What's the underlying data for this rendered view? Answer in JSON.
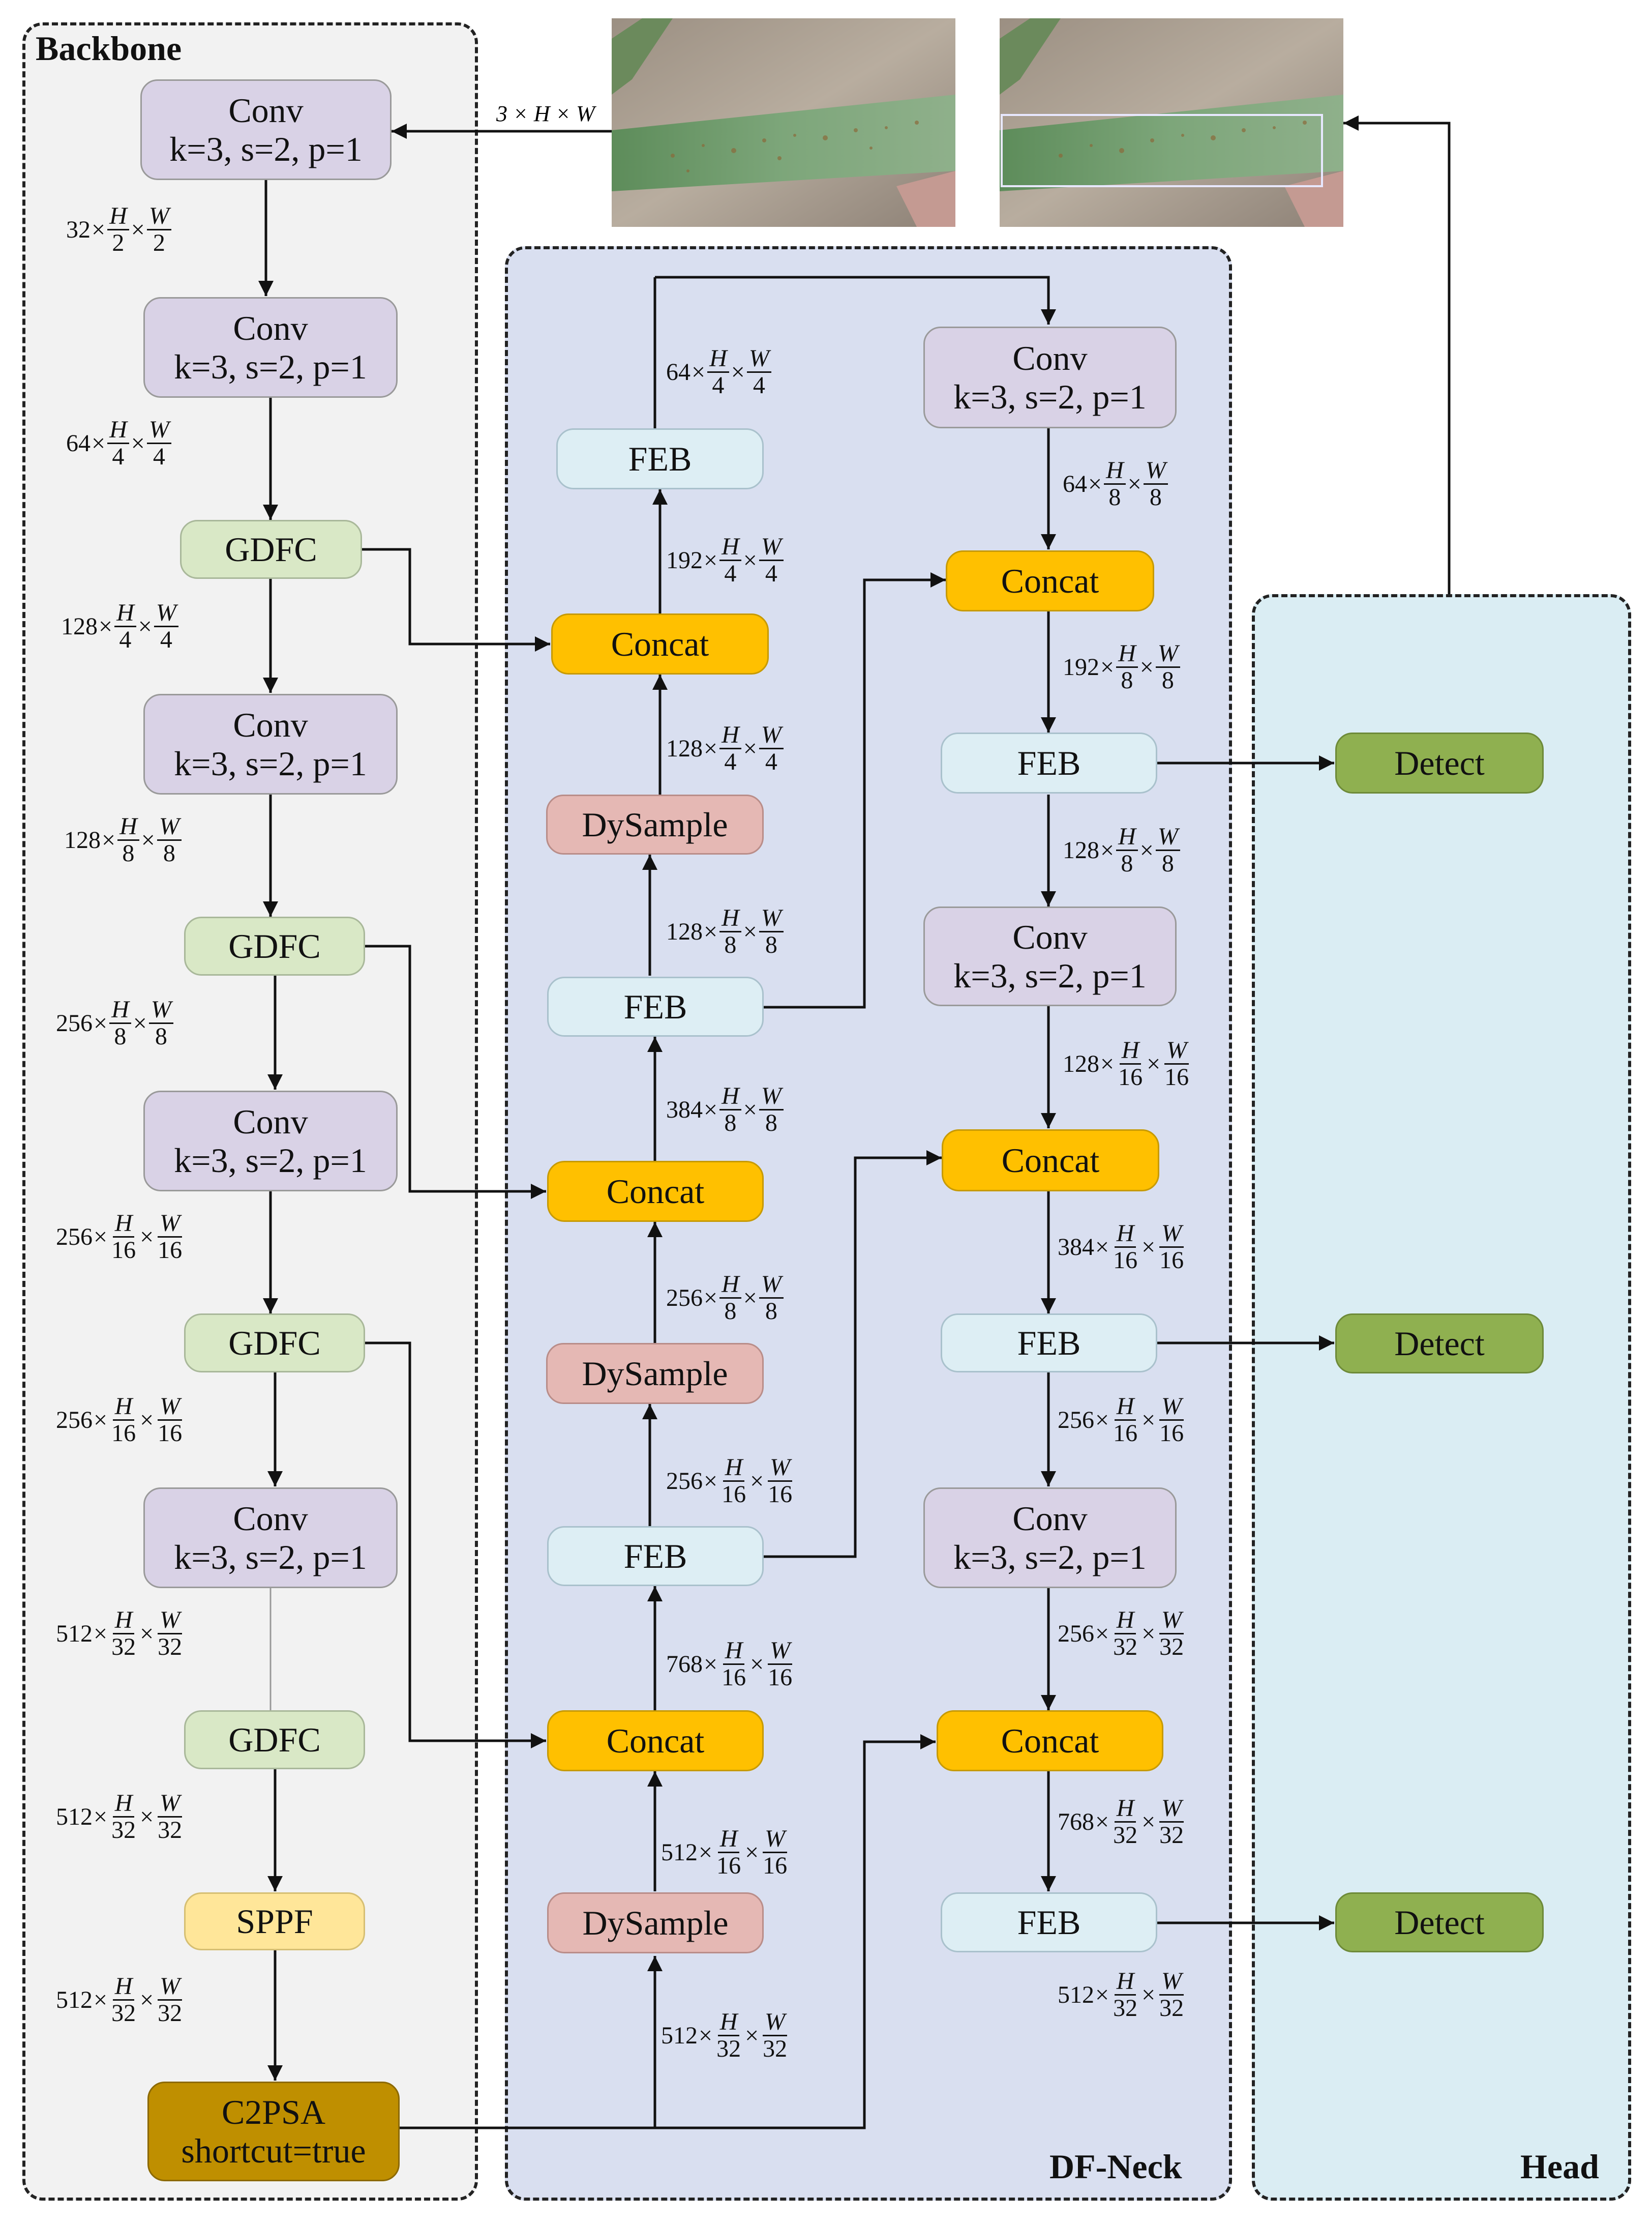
{
  "panels": {
    "backbone": "Backbone",
    "neck": "DF-Neck",
    "head": "Head"
  },
  "input_label": "3 × H × W",
  "nodes": {
    "bb_conv1": [
      "Conv",
      "k=3, s=2, p=1"
    ],
    "bb_conv2": [
      "Conv",
      "k=3, s=2, p=1"
    ],
    "bb_gdfc1": [
      "GDFC"
    ],
    "bb_conv3": [
      "Conv",
      "k=3, s=2, p=1"
    ],
    "bb_gdfc2": [
      "GDFC"
    ],
    "bb_conv4": [
      "Conv",
      "k=3, s=2, p=1"
    ],
    "bb_gdfc3": [
      "GDFC"
    ],
    "bb_conv5": [
      "Conv",
      "k=3, s=2, p=1"
    ],
    "bb_gdfc4": [
      "GDFC"
    ],
    "bb_sppf": [
      "SPPF"
    ],
    "bb_c2psa": [
      "C2PSA",
      "shortcut=true"
    ],
    "n_feb_top": [
      "FEB"
    ],
    "n_concat1": [
      "Concat"
    ],
    "n_dys1": [
      "DySample"
    ],
    "n_feb2": [
      "FEB"
    ],
    "n_concat2": [
      "Concat"
    ],
    "n_dys2": [
      "DySample"
    ],
    "n_feb3": [
      "FEB"
    ],
    "n_concat3": [
      "Concat"
    ],
    "n_dys3": [
      "DySample"
    ],
    "r_conv1": [
      "Conv",
      "k=3, s=2, p=1"
    ],
    "r_concat1": [
      "Concat"
    ],
    "r_feb1": [
      "FEB"
    ],
    "r_conv2": [
      "Conv",
      "k=3, s=2, p=1"
    ],
    "r_concat2": [
      "Concat"
    ],
    "r_feb2": [
      "FEB"
    ],
    "r_conv3": [
      "Conv",
      "k=3, s=2, p=1"
    ],
    "r_concat3": [
      "Concat"
    ],
    "r_feb3": [
      "FEB"
    ],
    "det1": [
      "Detect"
    ],
    "det2": [
      "Detect"
    ],
    "det3": [
      "Detect"
    ]
  },
  "dims": {
    "d1": [
      "32",
      "H",
      "2",
      "W",
      "2"
    ],
    "d2": [
      "64",
      "H",
      "4",
      "W",
      "4"
    ],
    "d3": [
      "128",
      "H",
      "4",
      "W",
      "4"
    ],
    "d4": [
      "128",
      "H",
      "8",
      "W",
      "8"
    ],
    "d5": [
      "256",
      "H",
      "8",
      "W",
      "8"
    ],
    "d6": [
      "256",
      "H",
      "16",
      "W",
      "16"
    ],
    "d7": [
      "256",
      "H",
      "16",
      "W",
      "16"
    ],
    "d8": [
      "512",
      "H",
      "32",
      "W",
      "32"
    ],
    "d9": [
      "512",
      "H",
      "32",
      "W",
      "32"
    ],
    "d10": [
      "512",
      "H",
      "32",
      "W",
      "32"
    ],
    "n1": [
      "64",
      "H",
      "4",
      "W",
      "4"
    ],
    "n2": [
      "192",
      "H",
      "4",
      "W",
      "4"
    ],
    "n3": [
      "128",
      "H",
      "4",
      "W",
      "4"
    ],
    "n4": [
      "128",
      "H",
      "8",
      "W",
      "8"
    ],
    "n5": [
      "384",
      "H",
      "8",
      "W",
      "8"
    ],
    "n6": [
      "256",
      "H",
      "8",
      "W",
      "8"
    ],
    "n7": [
      "256",
      "H",
      "16",
      "W",
      "16"
    ],
    "n8": [
      "768",
      "H",
      "16",
      "W",
      "16"
    ],
    "n9": [
      "512",
      "H",
      "16",
      "W",
      "16"
    ],
    "n10": [
      "512",
      "H",
      "32",
      "W",
      "32"
    ],
    "r1": [
      "64",
      "H",
      "8",
      "W",
      "8"
    ],
    "r2": [
      "192",
      "H",
      "8",
      "W",
      "8"
    ],
    "r3": [
      "128",
      "H",
      "8",
      "W",
      "8"
    ],
    "r4": [
      "128",
      "H",
      "16",
      "W",
      "16"
    ],
    "r5": [
      "384",
      "H",
      "16",
      "W",
      "16"
    ],
    "r6": [
      "256",
      "H",
      "16",
      "W",
      "16"
    ],
    "r7": [
      "256",
      "H",
      "32",
      "W",
      "32"
    ],
    "r8": [
      "768",
      "H",
      "32",
      "W",
      "32"
    ],
    "r9": [
      "512",
      "H",
      "32",
      "W",
      "32"
    ]
  },
  "colors": {
    "conv": "#d9d2e6",
    "gdfc": "#d9e8c6",
    "feb": "#ddeef4",
    "concat": "#ffc000",
    "dysample": "#e5b8b4",
    "sppf": "#ffe699",
    "c2psa": "#bf8f00",
    "detect": "#8fb050",
    "backbone_bg": "#f2f2f2",
    "neck_bg": "#d9dff0",
    "head_bg": "#daedf3"
  }
}
